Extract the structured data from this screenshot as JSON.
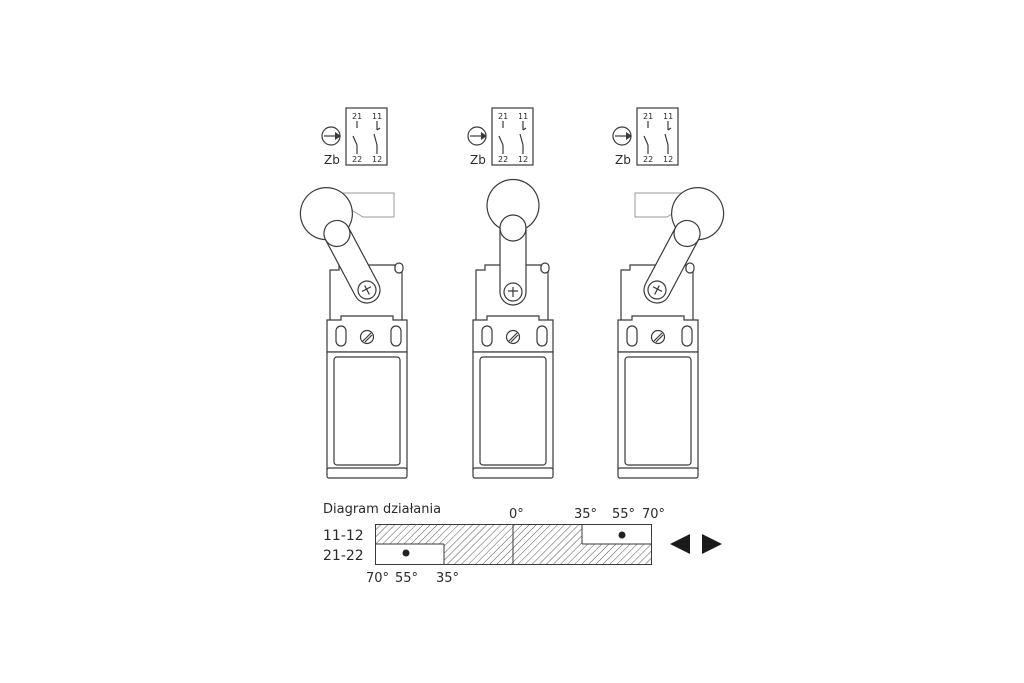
{
  "switches": [
    {
      "symbol_label": "Zb",
      "contacts": {
        "top_left": "21",
        "top_right": "11",
        "bottom_left": "22",
        "bottom_right": "12"
      },
      "lever_angle_deg": -30
    },
    {
      "symbol_label": "Zb",
      "contacts": {
        "top_left": "21",
        "top_right": "11",
        "bottom_left": "22",
        "bottom_right": "12"
      },
      "lever_angle_deg": 0
    },
    {
      "symbol_label": "Zb",
      "contacts": {
        "top_left": "21",
        "top_right": "11",
        "bottom_left": "22",
        "bottom_right": "12"
      },
      "lever_angle_deg": 30
    }
  ],
  "diagram": {
    "title": "Diagram działania",
    "rows": [
      {
        "label": "11-12"
      },
      {
        "label": "21-22"
      }
    ],
    "top_angles": [
      "0°",
      "35°",
      "55°",
      "70°"
    ],
    "bottom_angles": [
      "70°",
      "55°",
      "35°"
    ]
  },
  "colors": {
    "line": "#3a3a3a",
    "cam": "#9a9a9a"
  }
}
